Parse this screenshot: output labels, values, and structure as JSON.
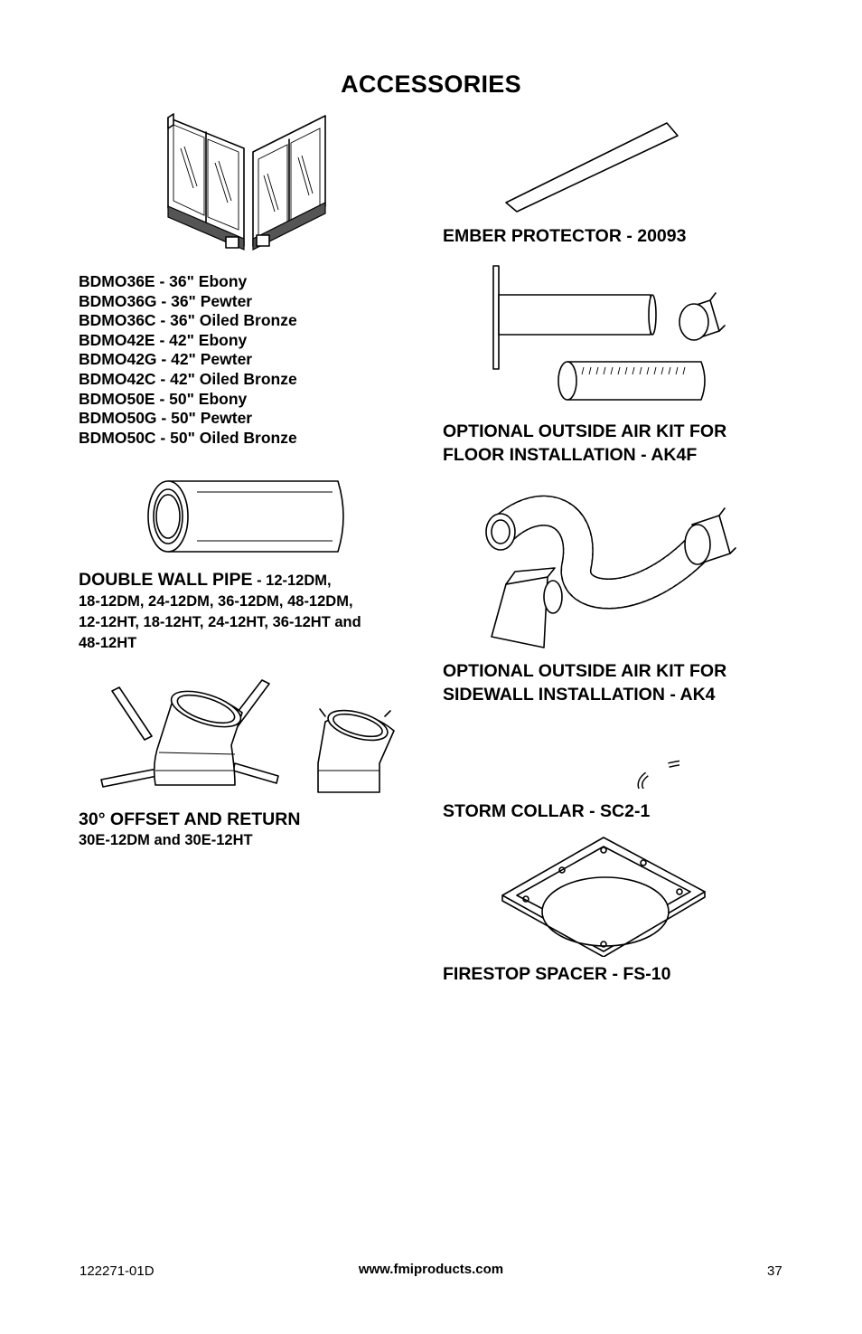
{
  "page": {
    "title": "ACCESSORIES"
  },
  "items": {
    "glass_doors": {
      "models": [
        "BDMO36E - 36\" Ebony",
        "BDMO36G - 36\" Pewter",
        "BDMO36C - 36\" Oiled Bronze",
        "BDMO42E - 42\" Ebony",
        "BDMO42G - 42\" Pewter",
        "BDMO42C - 42\" Oiled Bronze",
        "BDMO50E - 50\" Ebony",
        "BDMO50G - 50\" Pewter",
        "BDMO50C - 50\" Oiled Bronze"
      ]
    },
    "double_wall_pipe": {
      "heading": "DOUBLE WALL PIPE",
      "lines": [
        " - 12-12DM,",
        "18-12DM, 24-12DM, 36-12DM, 48-12DM,",
        "12-12HT, 18-12HT, 24-12HT, 36-12HT and",
        "48-12HT"
      ]
    },
    "offset": {
      "heading": "30° OFFSET AND RETURN",
      "subtitle": "30E-12DM and 30E-12HT"
    },
    "ember_protector": {
      "caption": "EMBER PROTECTOR - 20093"
    },
    "air_kit_floor": {
      "lines": [
        "OPTIONAL OUTSIDE AIR KIT FOR",
        "FLOOR INSTALLATION - AK4F"
      ]
    },
    "air_kit_sidewall": {
      "lines": [
        "OPTIONAL OUTSIDE AIR KIT FOR",
        "SIDEWALL INSTALLATION - AK4"
      ]
    },
    "storm_collar": {
      "caption": "STORM COLLAR - SC2-1"
    },
    "firestop_spacer": {
      "caption": "FIRESTOP SPACER - FS-10"
    }
  },
  "footer": {
    "part_number": "122271-01D",
    "website": "www.fmiproducts.com",
    "page_number": "37"
  }
}
